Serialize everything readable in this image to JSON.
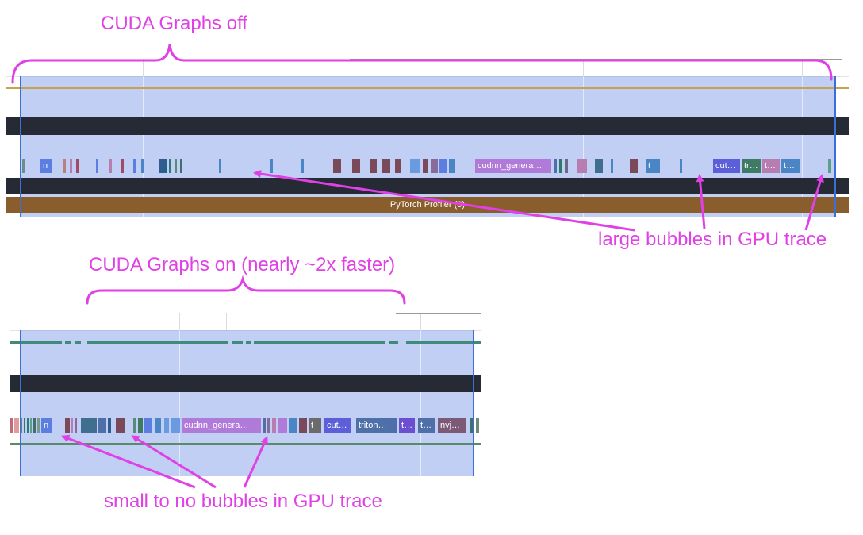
{
  "top": {
    "title": "CUDA Graphs off",
    "annotation": "large bubbles in GPU trace",
    "profiler_label": "PyTorch Profiler (0)",
    "events": [
      {
        "label": "n",
        "color": "#5b7ee0"
      },
      {
        "label": "cudnn_genera…",
        "color": "#b07ad9"
      },
      {
        "label": "t",
        "color": "#4a86c6"
      },
      {
        "label": "cut…",
        "color": "#5d5fd9"
      },
      {
        "label": "tr…",
        "color": "#3f7a64"
      },
      {
        "label": "t…",
        "color": "#b77db0"
      },
      {
        "label": "t…",
        "color": "#4a86c6"
      }
    ]
  },
  "bottom": {
    "title": "CUDA Graphs on (nearly ~2x faster)",
    "annotation": "small to no bubbles in GPU trace",
    "events": [
      {
        "label": "n",
        "color": "#5b7ee0"
      },
      {
        "label": "cudnn_genera…",
        "color": "#b07ad9"
      },
      {
        "label": "t",
        "color": "#6b6b6b"
      },
      {
        "label": "cut…",
        "color": "#5d5fd9"
      },
      {
        "label": "triton…",
        "color": "#4f6fa8"
      },
      {
        "label": "t…",
        "color": "#6b4fd1"
      },
      {
        "label": "tr…",
        "color": "#4f6fa8"
      },
      {
        "label": "nvj…",
        "color": "#7c5a76"
      }
    ]
  },
  "colors": {
    "annotation": "#e040e6",
    "selection": "#a9bff0",
    "dark_track": "#252a35",
    "profiler": "#8a5d2c",
    "cursor": "#3a6fd6"
  }
}
